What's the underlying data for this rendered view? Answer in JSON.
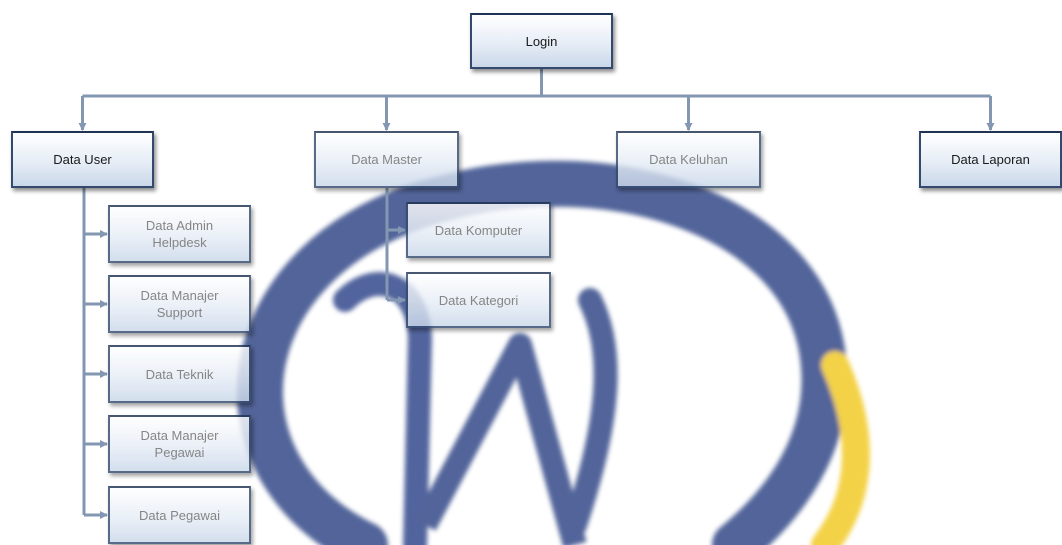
{
  "diagram": {
    "root": {
      "id": "login",
      "label": "Login"
    },
    "nodes": [
      {
        "id": "data-user",
        "label": "Data User",
        "parent": "login"
      },
      {
        "id": "data-master",
        "label": "Data Master",
        "parent": "login"
      },
      {
        "id": "data-keluhan",
        "label": "Data Keluhan",
        "parent": "login"
      },
      {
        "id": "data-laporan",
        "label": "Data Laporan",
        "parent": "login"
      },
      {
        "id": "data-admin-helpdesk",
        "label": "Data Admin\nHelpdesk",
        "parent": "data-user"
      },
      {
        "id": "data-manajer-support",
        "label": "Data Manajer\nSupport",
        "parent": "data-user"
      },
      {
        "id": "data-teknik",
        "label": "Data Teknik",
        "parent": "data-user"
      },
      {
        "id": "data-manajer-pegawai",
        "label": "Data Manajer\nPegawai",
        "parent": "data-user"
      },
      {
        "id": "data-pegawai",
        "label": "Data Pegawai",
        "parent": "data-user"
      },
      {
        "id": "data-komputer",
        "label": "Data Komputer",
        "parent": "data-master"
      },
      {
        "id": "data-kategori",
        "label": "Data Kategori",
        "parent": "data-master"
      }
    ]
  },
  "colors": {
    "connector": "#8397b2",
    "box_border": "#334a6e",
    "watermark_blue": "#3a4f8c",
    "watermark_yellow": "#f2cc2e"
  },
  "watermark_icon": "letter-w-logo"
}
